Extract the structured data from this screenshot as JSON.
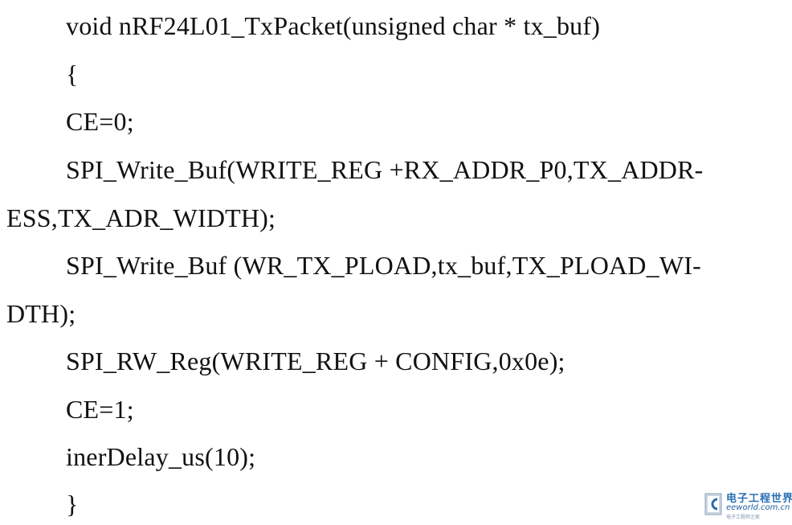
{
  "code": {
    "lines": [
      "void nRF24L01_TxPacket(unsigned char * tx_buf)",
      "{",
      "CE=0;",
      "SPI_Write_Buf(WRITE_REG +RX_ADDR_P0,TX_ADDR-",
      "ESS,TX_ADR_WIDTH);",
      "SPI_Write_Buf (WR_TX_PLOAD,tx_buf,TX_PLOAD_WI-",
      "DTH);",
      "SPI_RW_Reg(WRITE_REG + CONFIG,0x0e);",
      "CE=1;",
      "inerDelay_us(10);",
      "}"
    ]
  },
  "watermark": {
    "cn": "电子工程世界",
    "en": "eeworld.com.cn",
    "tag": "电子工程师之家",
    "icon": "eeworld-logo-icon"
  },
  "colors": {
    "text": "#111111",
    "background": "#ffffff",
    "watermark_blue": "#2a6fb2"
  }
}
